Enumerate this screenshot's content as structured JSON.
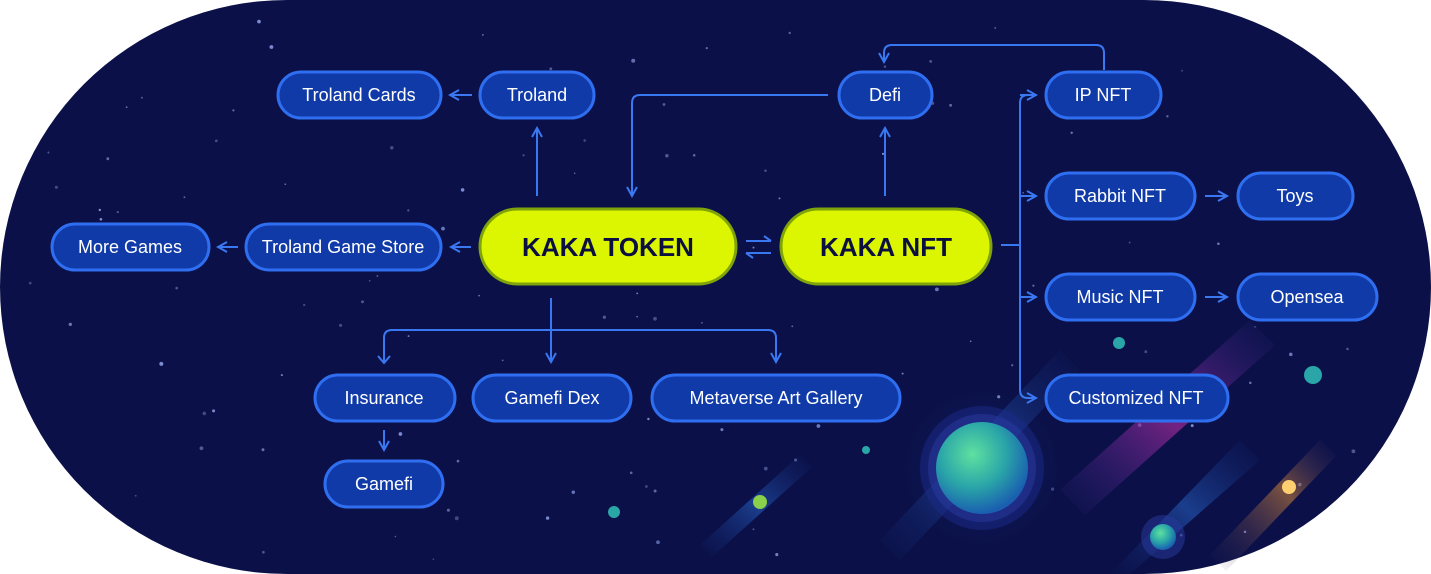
{
  "nodes": {
    "kaka_token": "KAKA TOKEN",
    "kaka_nft": "KAKA NFT",
    "troland_cards": "Troland  Cards",
    "troland": "Troland",
    "defi": "Defi",
    "ip_nft": "IP NFT",
    "more_games": "More Games",
    "troland_game_store": "Troland Game Store",
    "rabbit_nft": "Rabbit NFT",
    "toys": "Toys",
    "music_nft": "Music NFT",
    "opensea": "Opensea",
    "insurance": "Insurance",
    "gamefi_dex": "Gamefi Dex",
    "metaverse_art_gallery": "Metaverse Art Gallery",
    "customized_nft": "Customized NFT",
    "gamefi": "Gamefi"
  },
  "colors": {
    "background": "#0b1148",
    "node_fill": "#0f3aa8",
    "node_border": "#2f6ef0",
    "connector": "#3a78f2",
    "main_fill": "#dcf500",
    "main_border": "#7fa30a",
    "main_text": "#0b1040"
  }
}
